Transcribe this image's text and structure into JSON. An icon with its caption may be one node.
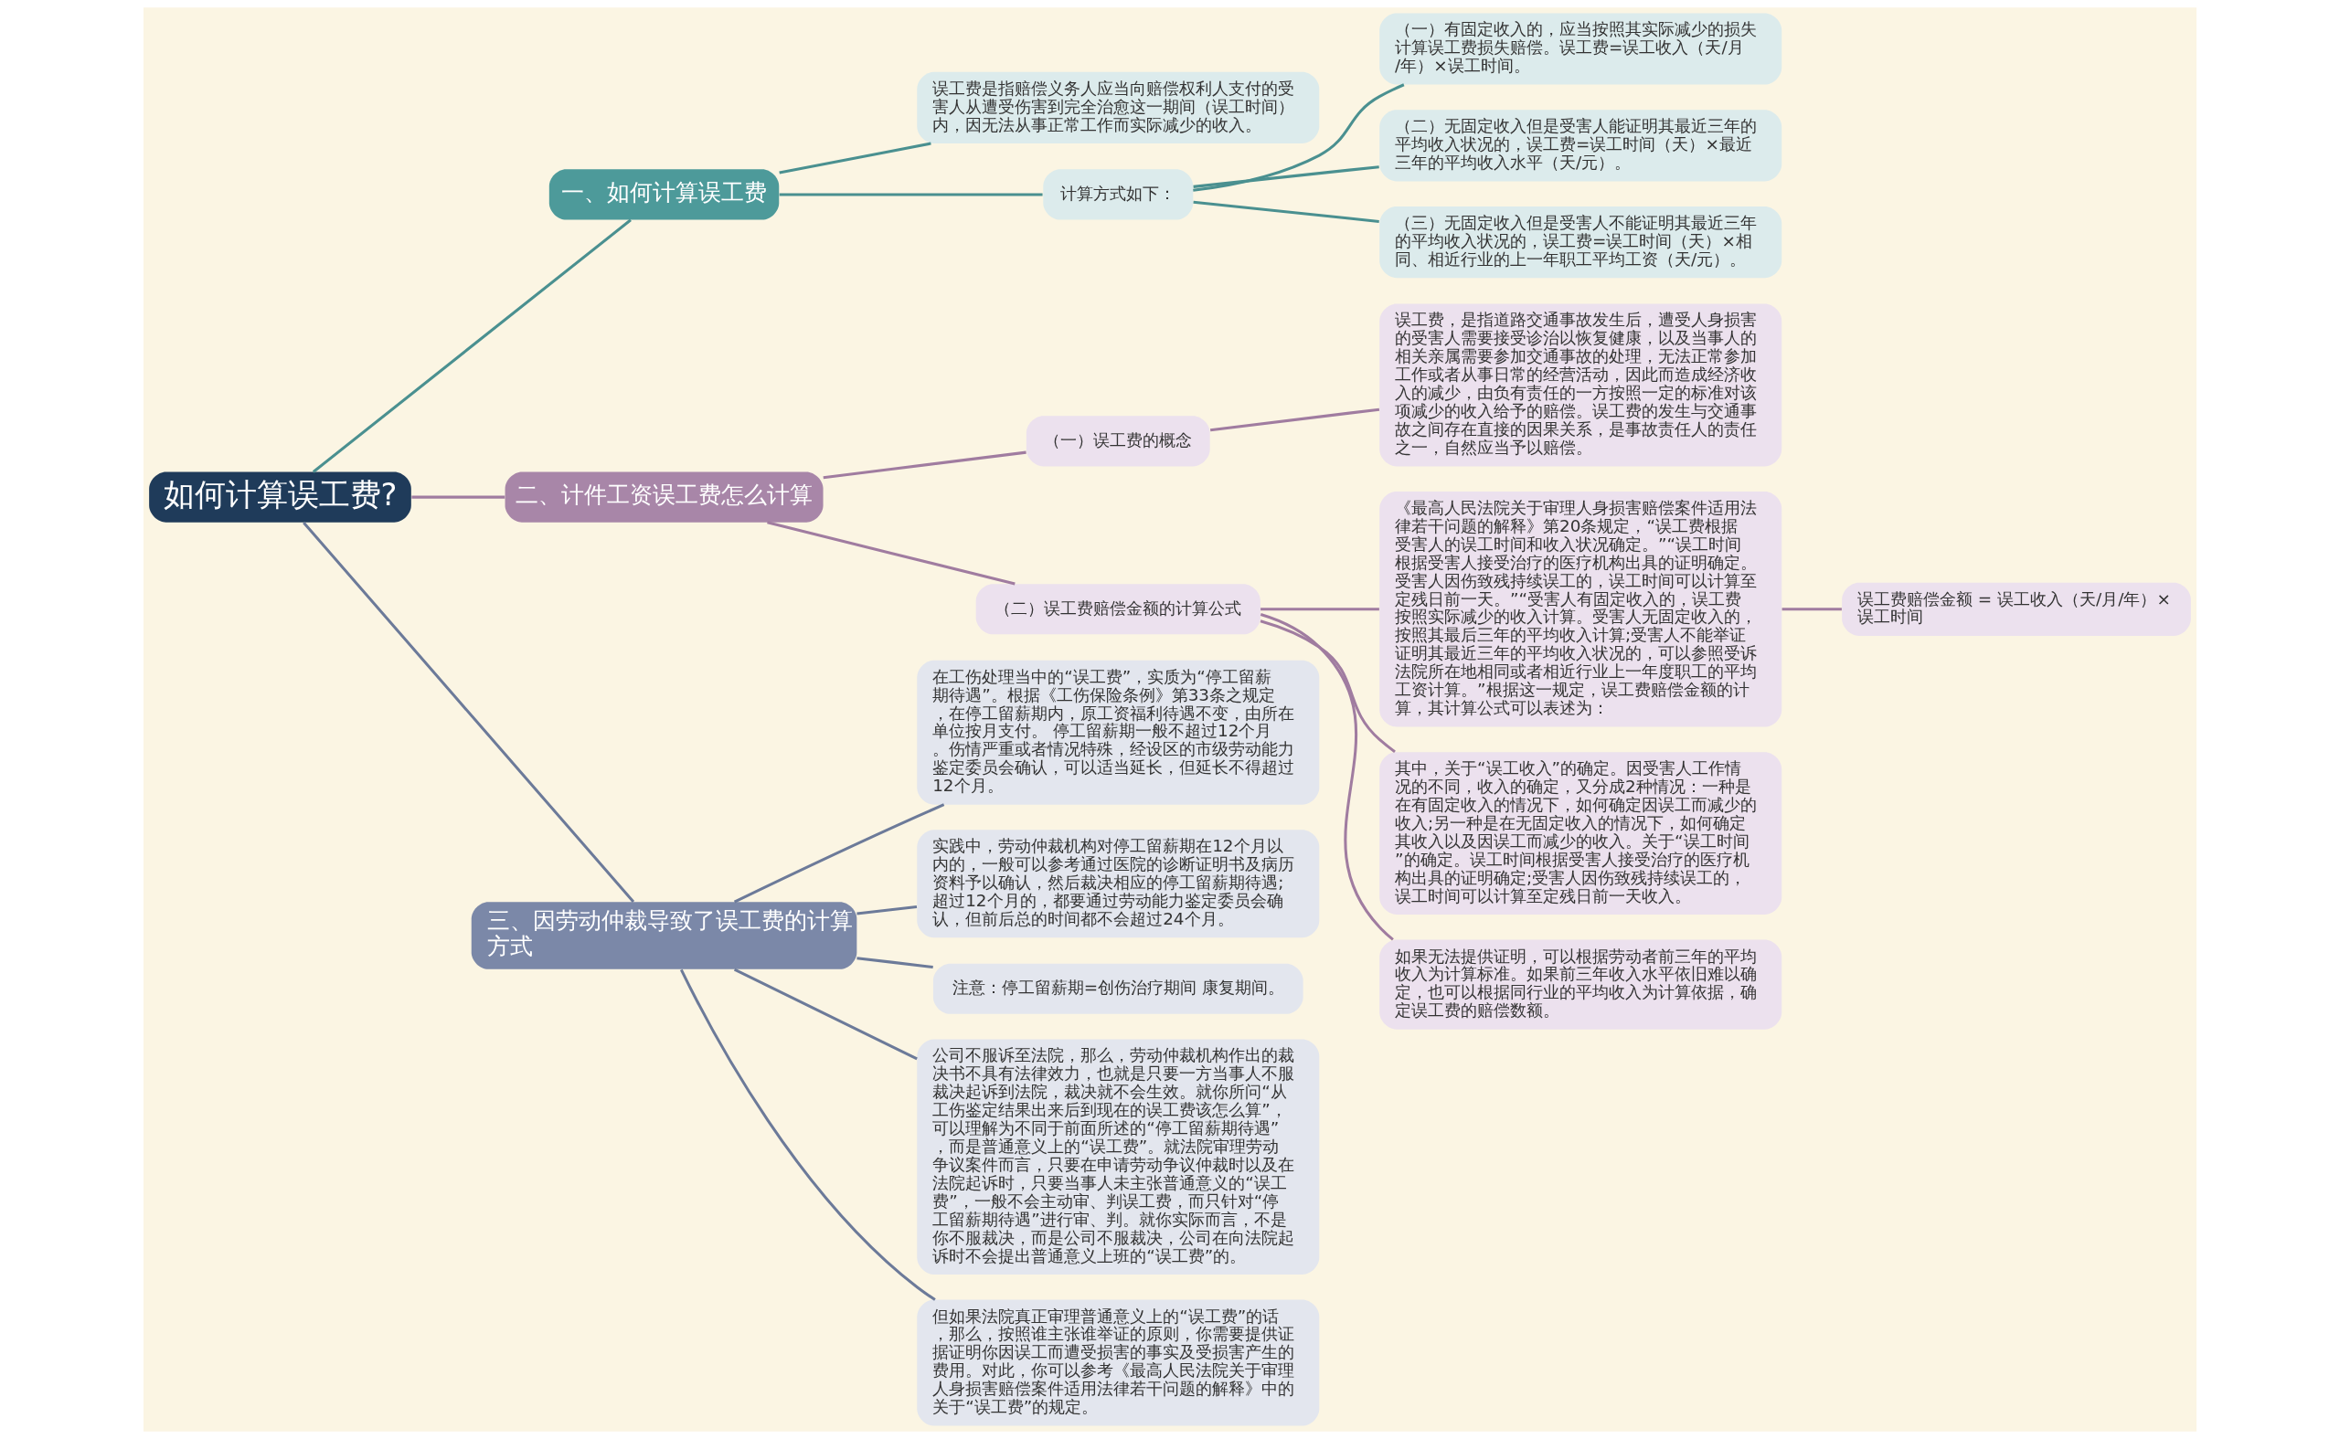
{
  "diagram": {
    "nodes": [
      {
        "text": [
          "如何计算误工费?"
        ]
      },
      {
        "text": [
          "一、如何计算误工费"
        ]
      },
      {
        "text": [
          "误工费是指赔偿义务人应当向赔偿权利人支付的受害人从遭受伤害到完全治愈这一期间（误工时间）内，因无法从事正常工作而实际减少的收入。"
        ]
      },
      {
        "text": [
          "计算方式如下："
        ]
      },
      {
        "text": [
          "（一）有固定收入的，应当按照其实际减少的损失计算误工费损失赔偿。误工费=误工收入（天/月/年）×误工时间。"
        ]
      },
      {
        "text": [
          "（二）无固定收入但是受害人能证明其最近三年的平均收入状况的，误工费=误工时间（天）×最近三年的平均收入水平（天/元）。"
        ]
      },
      {
        "text": [
          "（三）无固定收入但是受害人不能证明其最近三年的平均收入状况的，误工费=误工时间（天）×相同、相近行业的上一年职工平均工资（天/元）。"
        ]
      },
      {
        "text": [
          "二、计件工资误工费怎么计算"
        ]
      },
      {
        "text": [
          "（一）误工费的概念"
        ]
      },
      {
        "text": [
          "误工费，是指道路交通事故发生后，遭受人身损害的受害人需要接受诊治以恢复健康，以及当事人的相关亲属需要参加交通事故的处理，无法正常参加工作或者从事日常的经营活动，因此而造成经济收入的减少，由负有责任的一方按照一定的标准对该项减少的收入给予的赔偿。误工费的发生与交通事故之间存在直接的因果关系，是事故责任人的责任之一，自然应当予以赔偿。"
        ]
      },
      {
        "text": [
          "（二）误工费赔偿金额的计算公式"
        ]
      },
      {
        "text": [
          "《最高人民法院关于审理人身损害赔偿案件适用法律若干问题的解释》第20条规定，“误工费根据受害人的误工时间和收入状况确定。”“误工时间根据受害人接受治疗的医疗机构出具的证明确定。受害人因伤致残持续误工的，误工时间可以计算至定残日前一天。”“受害人有固定收入的，误工费按照实际减少的收入计算。受害人无固定收入的，按照其最后三年的平均收入计算;受害人不能举证证明其最近三年的平均收入状况的，可以参照受诉法院所在地相同或者相近行业上一年度职工的平均工资计算。”根据这一规定，误工费赔偿金额的计算，其计算公式可以表述为："
        ]
      },
      {
        "text": [
          "其中，关于“误工收入”的确定。因受害人工作情况的不同，收入的确定，又分成2种情况：一种是在有固定收入的情况下，如何确定因误工而减少的收入;另一种是在无固定收入的情况下，如何确定其收入以及因误工而减少的收入。关于“误工时间”的确定。误工时间根据受害人接受治疗的医疗机构出具的证明确定;受害人因伤致残持续误工的，误工时间可以计算至定残日前一天收入。"
        ]
      },
      {
        "text": [
          "如果无法提供证明，可以根据劳动者前三年的平均收入为计算标准。如果前三年收入水平依旧难以确定，也可以根据同行业的平均收入为计算依据，确定误工费的赔偿数额。"
        ]
      },
      {
        "text": [
          "误工费赔偿金额 = 误工收入（天/月/年）× 误工时间"
        ]
      },
      {
        "text": [
          "三、因劳动仲裁导致了误工费的计算方式"
        ]
      },
      {
        "text": [
          "在工伤处理当中的“误工费”，实质为“停工留薪期待遇”。根据《工伤保险条例》第33条之规定，在停工留薪期内，原工资福利待遇不变，由所在单位按月支付。 停工留薪期一般不超过12个月。伤情严重或者情况特殊，经设区的市级劳动能力鉴定委员会确认，可以适当延长，但延长不得超过12个月。"
        ]
      },
      {
        "text": [
          "实践中，劳动仲裁机构对停工留薪期在12个月以内的，一般可以参考通过医院的诊断证明书及病历资料予以确认，然后裁决相应的停工留薪期待遇;超过12个月的，都要通过劳动能力鉴定委员会确认，但前后总的时间都不会超过24个月。"
        ]
      },
      {
        "text": [
          "注意：停工留薪期=创伤治疗期间 康复期间。"
        ]
      },
      {
        "text": [
          "公司不服诉至法院，那么，劳动仲裁机构作出的裁决书不具有法律效力，也就是只要一方当事人不服裁决起诉到法院，裁决就不会生效。就你所问“从工伤鉴定结果出来后到现在的误工费该怎么算”，可以理解为不同于前面所述的“停工留薪期待遇”，而是普通意义上的“误工费”。就法院审理劳动争议案件而言，只要在申请劳动争议仲裁时以及在法院起诉时，只要当事人未主张普通意义的“误工费”，一般不会主动审、判误工费，而只针对“停工留薪期待遇”进行审、判。就你实际而言，不是你不服裁决，而是公司不服裁决，公司在向法院起诉时不会提出普通意义上班的“误工费”的。"
        ]
      },
      {
        "text": [
          "但如果法院真正审理普通意义上的“误工费”的话，那么，按照谁主张谁举证的原则，你需要提供证据证明你因误工而遭受损害的事实及受损害产生的费用。对此，你可以参考《最高人民法院关于审理人身损害赔偿案件适用法律若干问题的解释》中的关于“误工费”的规定。"
        ]
      }
    ],
    "edges": [
      {
        "from": 0,
        "to": 1,
        "arrow": "none",
        "color": "#4a9090"
      },
      {
        "from": 1,
        "to": 2,
        "arrow": "none",
        "color": "#4a9090"
      },
      {
        "from": 1,
        "to": 3,
        "arrow": "none",
        "color": "#4a9090"
      },
      {
        "from": 3,
        "to": 4,
        "arrow": "none",
        "color": "#4a9090"
      },
      {
        "from": 3,
        "to": 5,
        "arrow": "none",
        "color": "#4a9090"
      },
      {
        "from": 3,
        "to": 6,
        "arrow": "none",
        "color": "#4a9090"
      },
      {
        "from": 0,
        "to": 7,
        "arrow": "none"
      },
      {
        "from": 7,
        "to": 8,
        "arrow": "none"
      },
      {
        "from": 8,
        "to": 9,
        "arrow": "none"
      },
      {
        "from": 7,
        "to": 10,
        "arrow": "none"
      },
      {
        "from": 10,
        "to": 11,
        "arrow": "none"
      },
      {
        "from": 10,
        "to": 12,
        "arrow": "none"
      },
      {
        "from": 10,
        "to": 13,
        "arrow": "none"
      },
      {
        "from": 11,
        "to": 14,
        "arrow": "none"
      },
      {
        "from": 0,
        "to": 15,
        "arrow": "none",
        "color": "#6c7a99"
      },
      {
        "from": 15,
        "to": 16,
        "arrow": "none",
        "color": "#6c7a99"
      },
      {
        "from": 15,
        "to": 17,
        "arrow": "none",
        "color": "#6c7a99"
      },
      {
        "from": 15,
        "to": 18,
        "arrow": "none",
        "color": "#6c7a99"
      },
      {
        "from": 15,
        "to": 19,
        "arrow": "none",
        "color": "#6c7a99"
      },
      {
        "from": 15,
        "to": 20,
        "arrow": "none",
        "color": "#6c7a99"
      }
    ]
  }
}
